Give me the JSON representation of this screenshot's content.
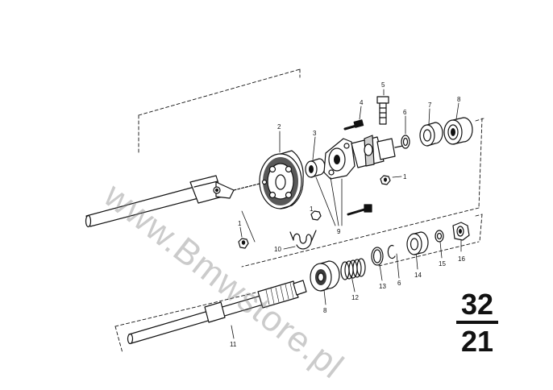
{
  "diagram": {
    "watermark": "www.Bmwstore.pl",
    "group_number": "32",
    "sub_group_number": "21",
    "colors": {
      "ink": "#111111",
      "watermark": "#9a9a9a",
      "background": "#ffffff"
    },
    "callouts": {
      "c1a": "1",
      "c1b": "1",
      "c1c": "1",
      "c2": "2",
      "c3": "3",
      "c4": "4",
      "c5": "5",
      "c6a": "6",
      "c6b": "6",
      "c7": "7",
      "c8a": "8",
      "c8b": "8",
      "c9": "9",
      "c10": "10",
      "c11": "11",
      "c12": "12",
      "c13": "13",
      "c14": "14",
      "c15": "15",
      "c16": "16"
    }
  }
}
